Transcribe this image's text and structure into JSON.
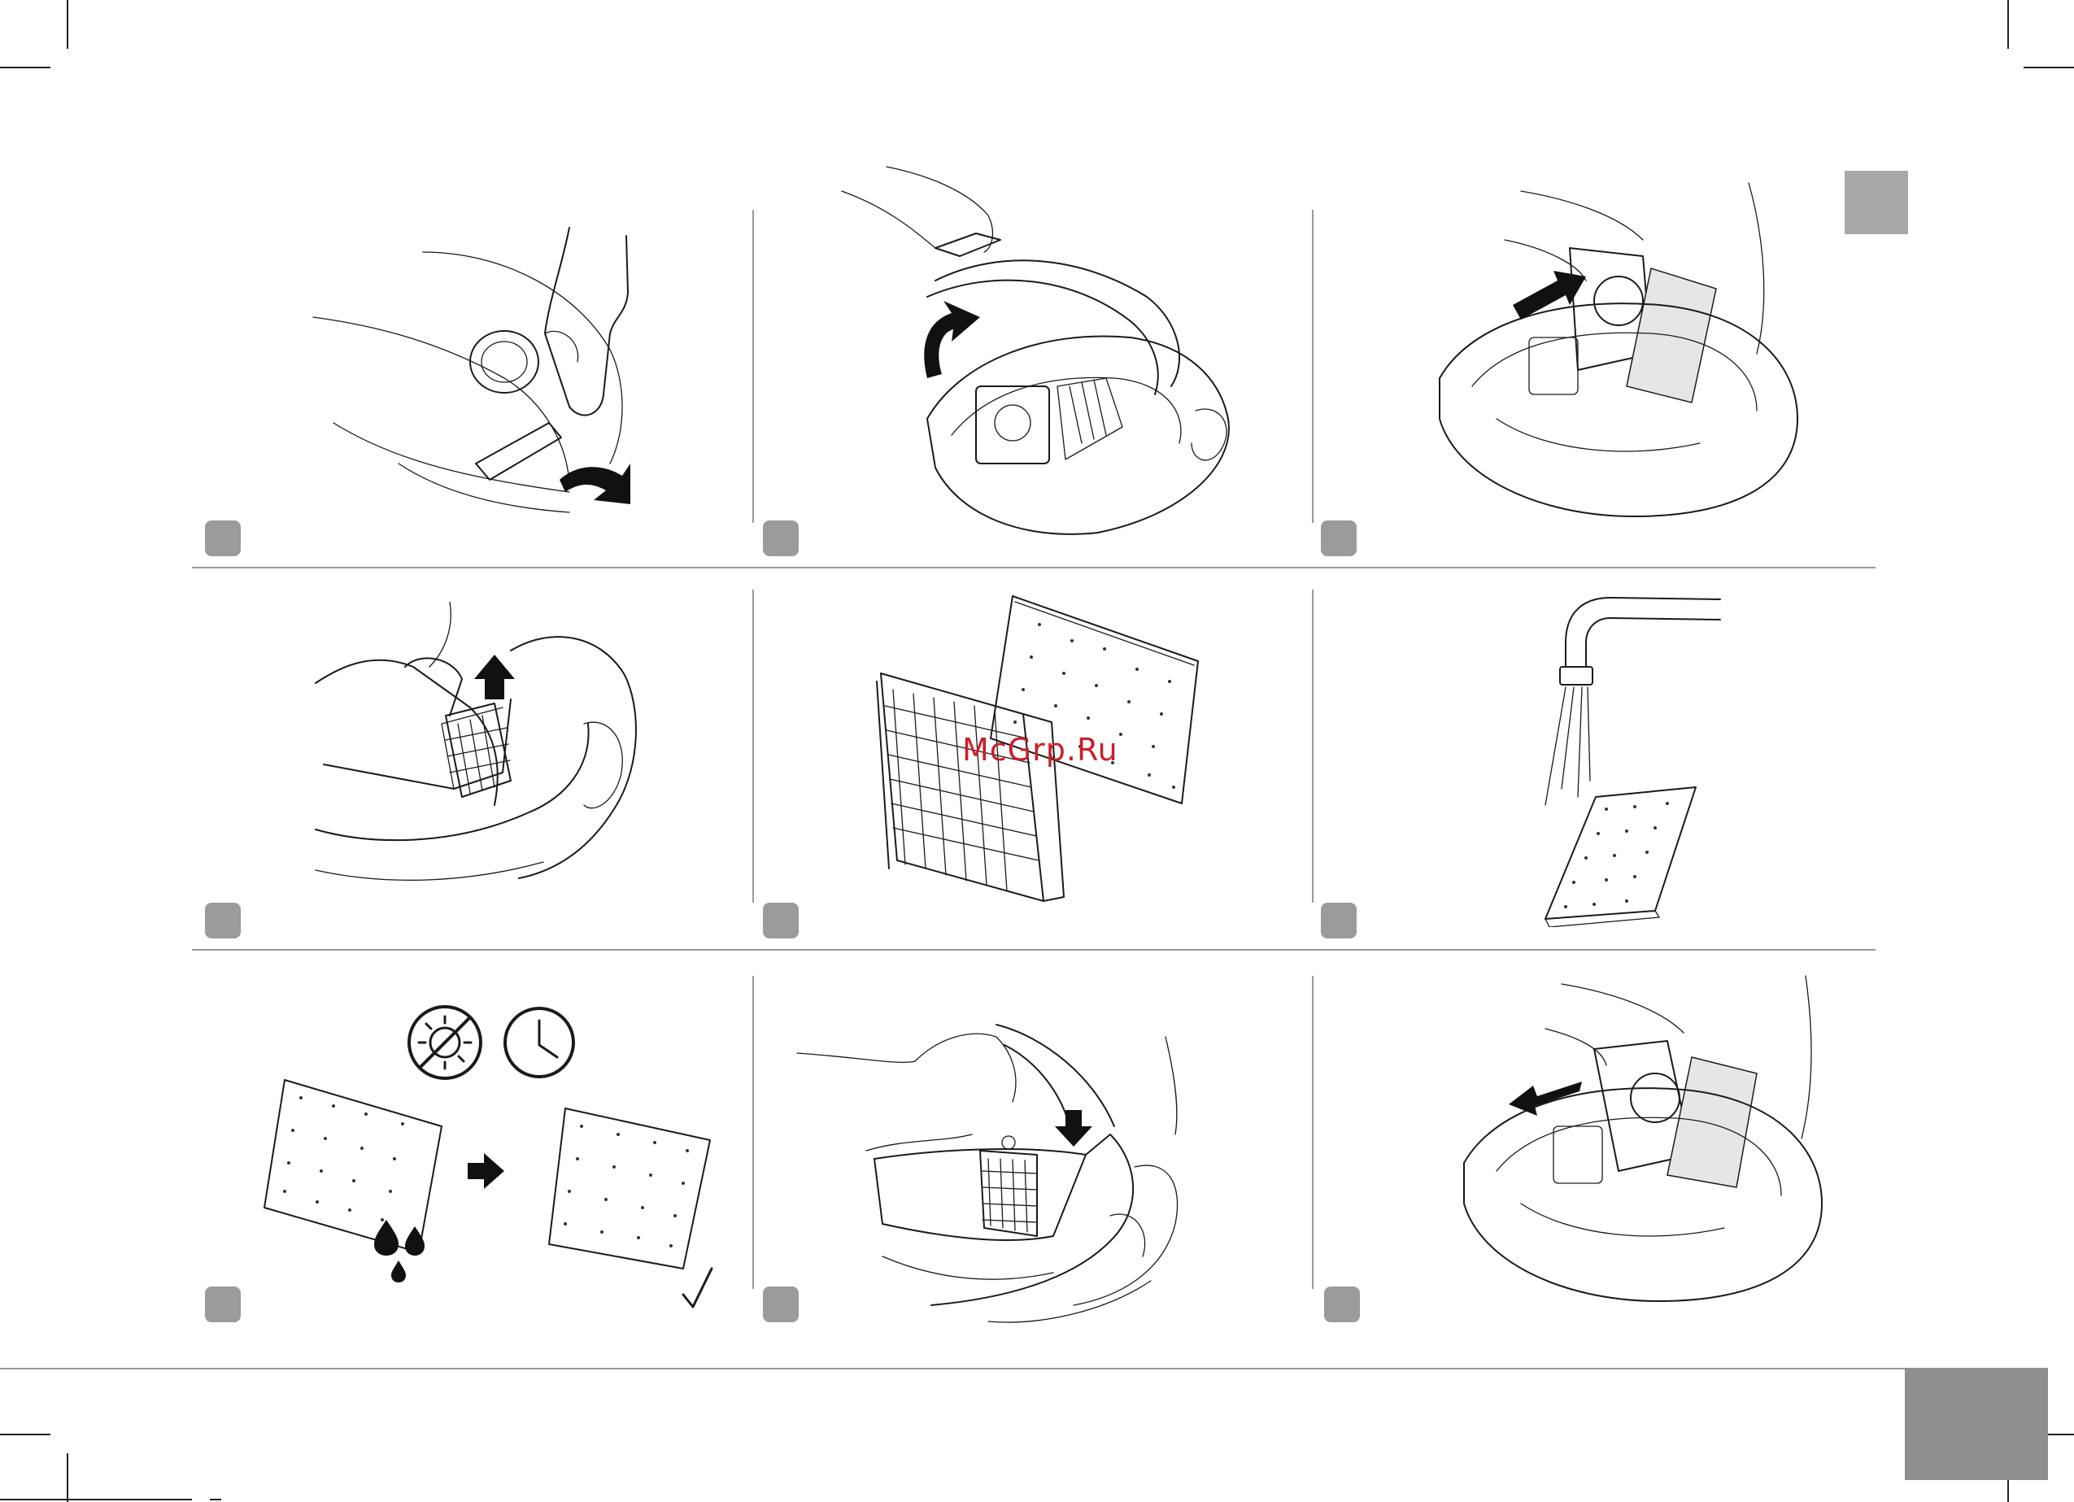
{
  "watermark": {
    "text": "McGrp.Ru"
  },
  "steps": [
    {
      "panel": "step-1",
      "icon": "unlock-lid-icon"
    },
    {
      "panel": "step-2",
      "icon": "open-lid-icon"
    },
    {
      "panel": "step-3",
      "icon": "remove-bag-icon"
    },
    {
      "panel": "step-4",
      "icon": "lift-filter-icon"
    },
    {
      "panel": "step-5",
      "icon": "separate-filter-icon"
    },
    {
      "panel": "step-6",
      "icon": "rinse-filter-icon"
    },
    {
      "panel": "step-7",
      "icon": "dry-filter-icon"
    },
    {
      "panel": "step-8",
      "icon": "insert-filter-icon"
    },
    {
      "panel": "step-9",
      "icon": "insert-bag-icon"
    }
  ],
  "colors": {
    "badge": "#9b9b9b",
    "tab": "#a8a8a8",
    "separator": "#9a9a9a",
    "watermark": "#c8202a"
  },
  "icons": {
    "no_sun": "no-sun-icon",
    "clock": "clock-icon",
    "check": "checkmark-icon",
    "drops": "water-drops-icon",
    "arrow": "arrow-right-icon"
  }
}
